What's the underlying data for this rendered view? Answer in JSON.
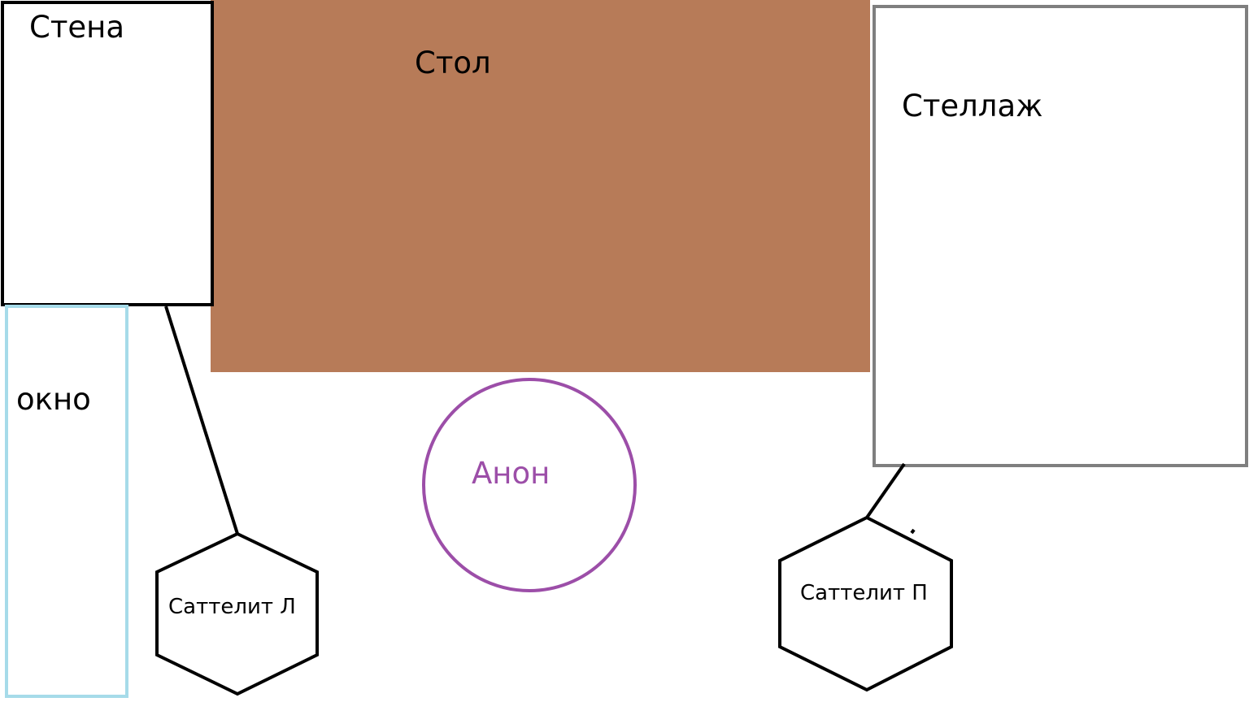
{
  "colors": {
    "table_fill": "#b77b58",
    "wall_stroke": "#000000",
    "window_stroke": "#a6dbe9",
    "shelf_stroke": "#7f7f7f",
    "anon_stroke": "#9c4ea8",
    "anon_text": "#9c4ea8",
    "connector_stroke": "#000000"
  },
  "labels": {
    "wall": "Стена",
    "table": "Стол",
    "shelf": "Стеллаж",
    "window": "окно",
    "anon": "Анон",
    "satellite_left": "Саттелит Л",
    "satellite_right": "Саттелит П"
  }
}
